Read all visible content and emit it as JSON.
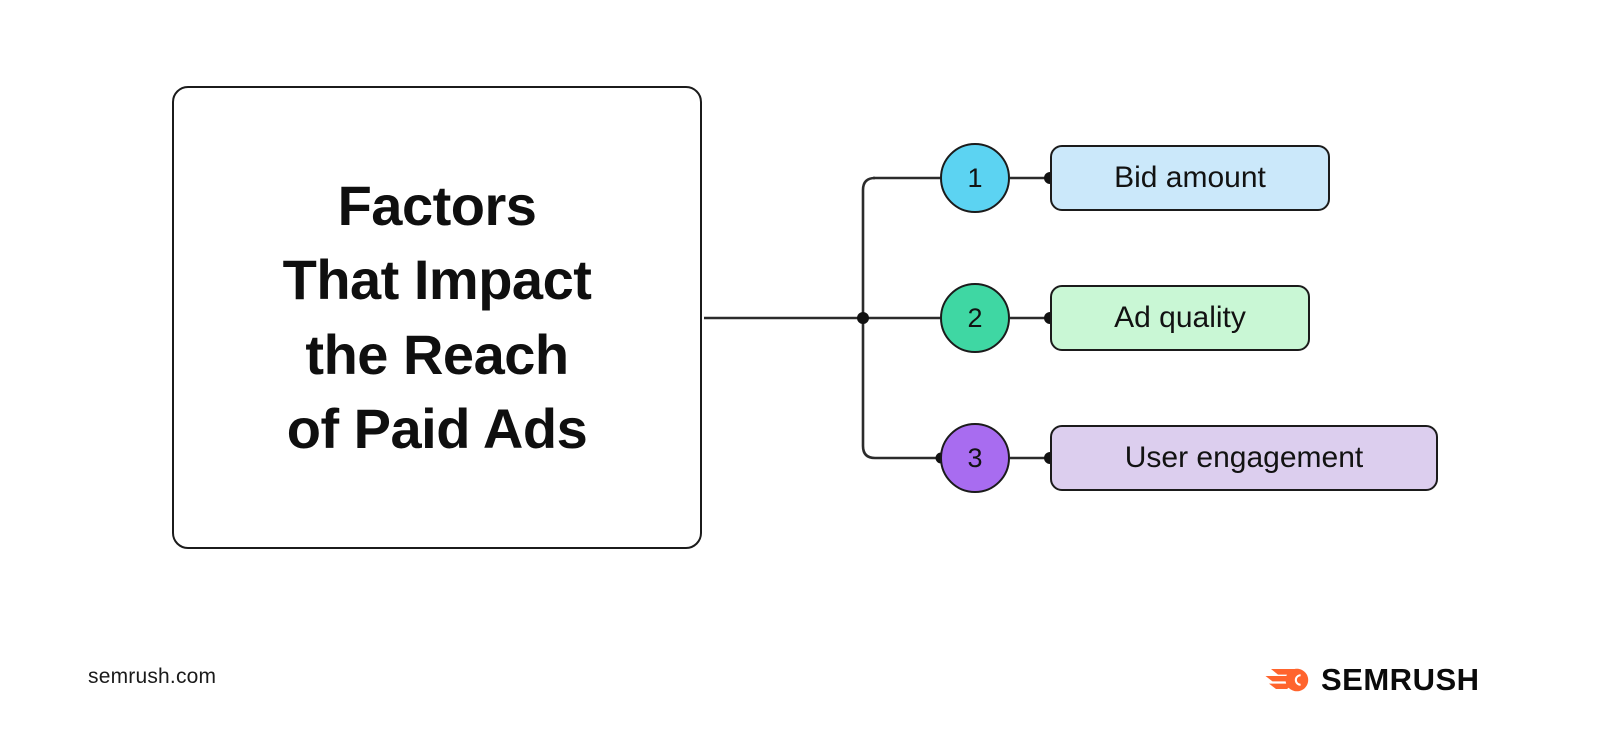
{
  "diagram": {
    "title": "Factors\nThat Impact\nthe Reach\nof Paid Ads",
    "branches": [
      {
        "number": "1",
        "label": "Bid amount",
        "circle_color": "#5CD3F2",
        "box_color": "#CBE8FA"
      },
      {
        "number": "2",
        "label": "Ad quality",
        "circle_color": "#3FD7A3",
        "box_color": "#C9F7D5"
      },
      {
        "number": "3",
        "label": "User engagement",
        "circle_color": "#A86CF0",
        "box_color": "#DCCEEE"
      }
    ],
    "connector_color": "#2b2b2b",
    "border_color": "#1b1b1b"
  },
  "footer": {
    "url": "semrush.com",
    "brand_name": "SEMRUSH",
    "brand_color": "#FF642D"
  }
}
